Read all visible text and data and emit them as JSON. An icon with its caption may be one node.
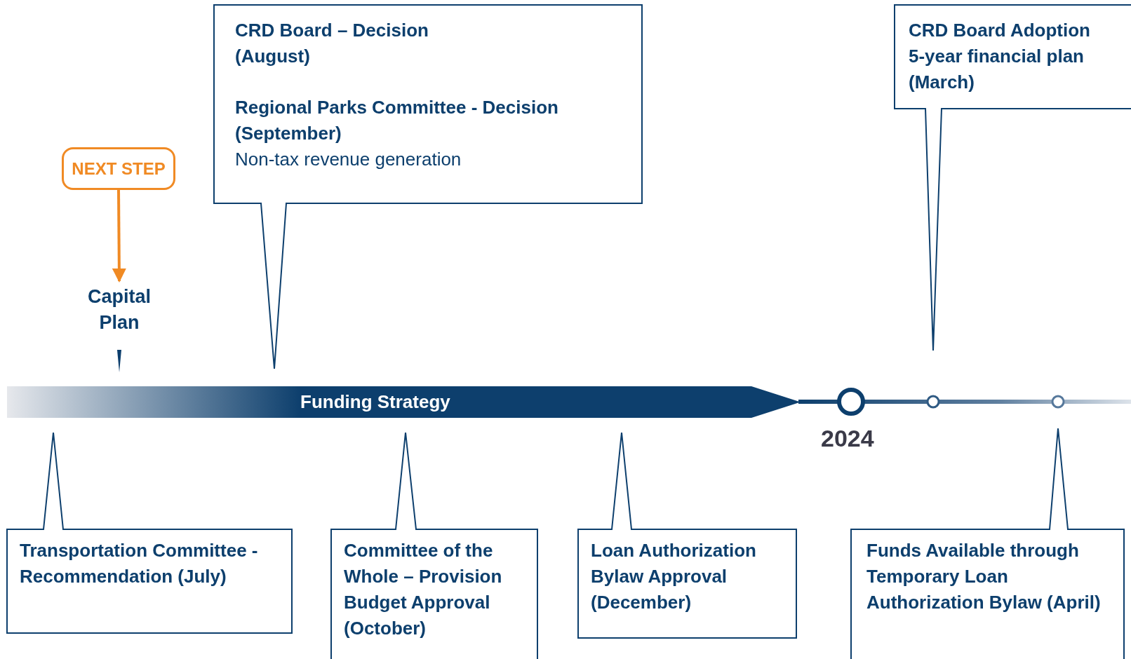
{
  "diagram": {
    "nodes": [
      {
        "text": [
          "NEXT STEP"
        ]
      },
      {
        "text": [
          "Capital Plan"
        ]
      },
      {
        "text": [
          "CRD Board – Decision (August)",
          "Regional Parks Committee - Decision (September)",
          "Non-tax revenue generation"
        ]
      },
      {
        "text": [
          "CRD Board Adoption 5-year financial plan (March)"
        ]
      },
      {
        "text": [
          "Funding Strategy"
        ]
      },
      {
        "text": [
          "Transportation Committee - Recommendation (July)"
        ]
      },
      {
        "text": [
          "Committee of the Whole – Provision Budget Approval (October)"
        ]
      },
      {
        "text": [
          "Loan Authorization Bylaw Approval (December)"
        ]
      },
      {
        "text": [
          "Funds Available through Temporary Loan Authorization Bylaw (April)"
        ]
      }
    ],
    "edges": [
      {
        "from": 0,
        "to": 1,
        "arrow": "to",
        "color": "#f08a24"
      }
    ],
    "labels": [
      "2024"
    ]
  }
}
